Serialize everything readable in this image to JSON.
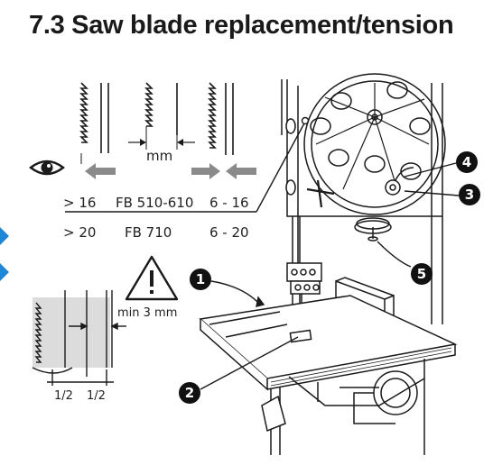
{
  "heading": "7.3 Saw blade replacement/tension",
  "blade_diagram": {
    "gap_unit": "mm",
    "rows": [
      {
        "tension_a": "> 16",
        "model": "FB 510-610",
        "range": "6 - 16"
      },
      {
        "tension_a": "> 20",
        "model": "FB 710",
        "range": "6 - 20"
      }
    ]
  },
  "guide_diagram": {
    "min_label": "min 3 mm",
    "half_left": "1/2",
    "half_right": "1/2"
  },
  "callouts": [
    "1",
    "2",
    "3",
    "4",
    "5"
  ],
  "icons": {
    "eye": "eye-icon",
    "warning": "warning-triangle-icon",
    "arrow": "arrow-icon"
  },
  "colors": {
    "ink": "#1a1a1a",
    "arrow_grey": "#8a8a8a",
    "accent_blue": "#1e88d8"
  }
}
